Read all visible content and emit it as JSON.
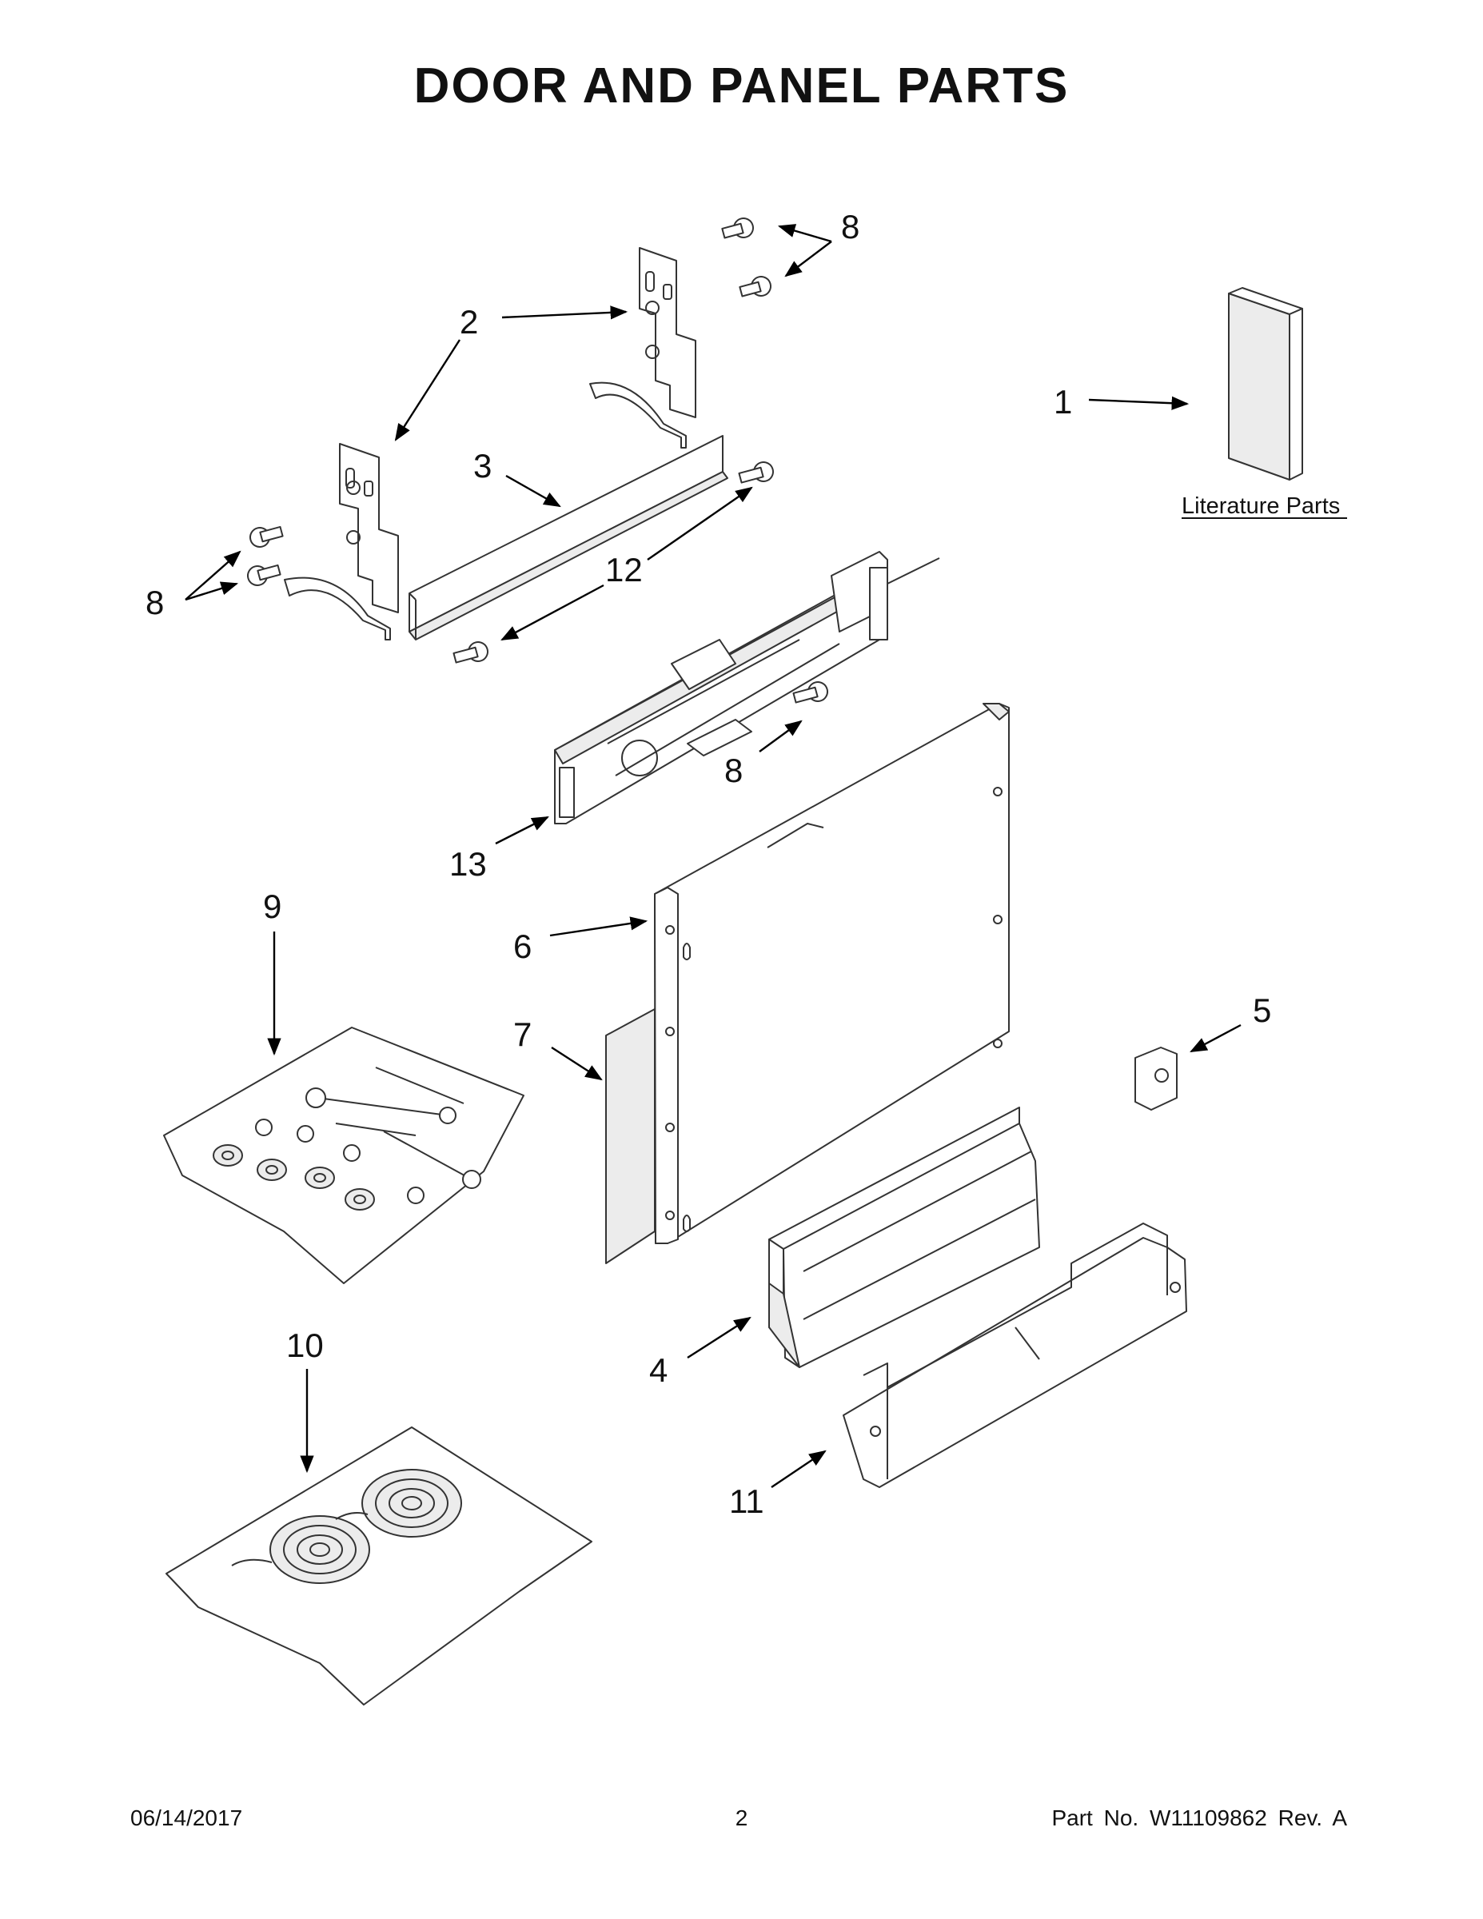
{
  "title": "DOOR AND PANEL PARTS",
  "callouts": {
    "c1": "1",
    "c2": "2",
    "c3": "3",
    "c4": "4",
    "c5": "5",
    "c6": "6",
    "c7": "7",
    "c8a": "8",
    "c8b": "8",
    "c8c": "8",
    "c9": "9",
    "c10": "10",
    "c11": "11",
    "c12": "12",
    "c13": "13"
  },
  "literature_label": "Literature Parts",
  "footer": {
    "date": "06/14/2017",
    "page": "2",
    "part": "Part No.  W11109862  Rev.  A"
  }
}
